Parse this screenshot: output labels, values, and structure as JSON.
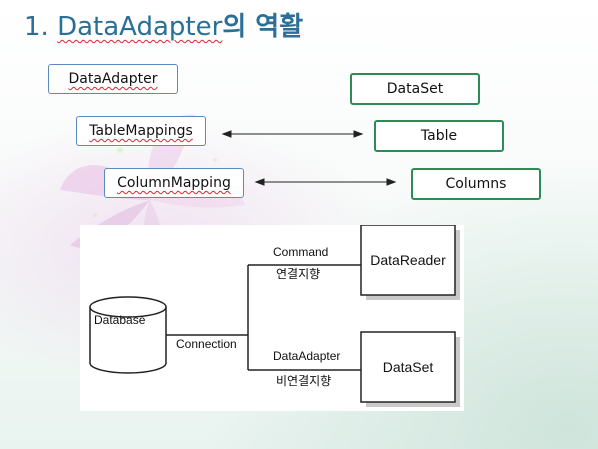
{
  "title": {
    "prefix": "1. ",
    "term": "DataAdapter",
    "suffix": "의 역활"
  },
  "left_column": [
    {
      "label": "DataAdapter"
    },
    {
      "label": "TableMappings"
    },
    {
      "label": "ColumnMapping"
    }
  ],
  "right_column": [
    {
      "label": "DataSet"
    },
    {
      "label": "Table"
    },
    {
      "label": "Columns"
    }
  ],
  "diagram": {
    "database": "Database",
    "connection": "Connection",
    "command": "Command",
    "connected": "연결지향",
    "data_adapter": "DataAdapter",
    "disconnected": "비연결지향",
    "data_reader": "DataReader",
    "data_set": "DataSet"
  },
  "colors": {
    "title": "#2a6f95",
    "blue_border": "#5b8bbd",
    "green_border": "#2e8b57"
  }
}
